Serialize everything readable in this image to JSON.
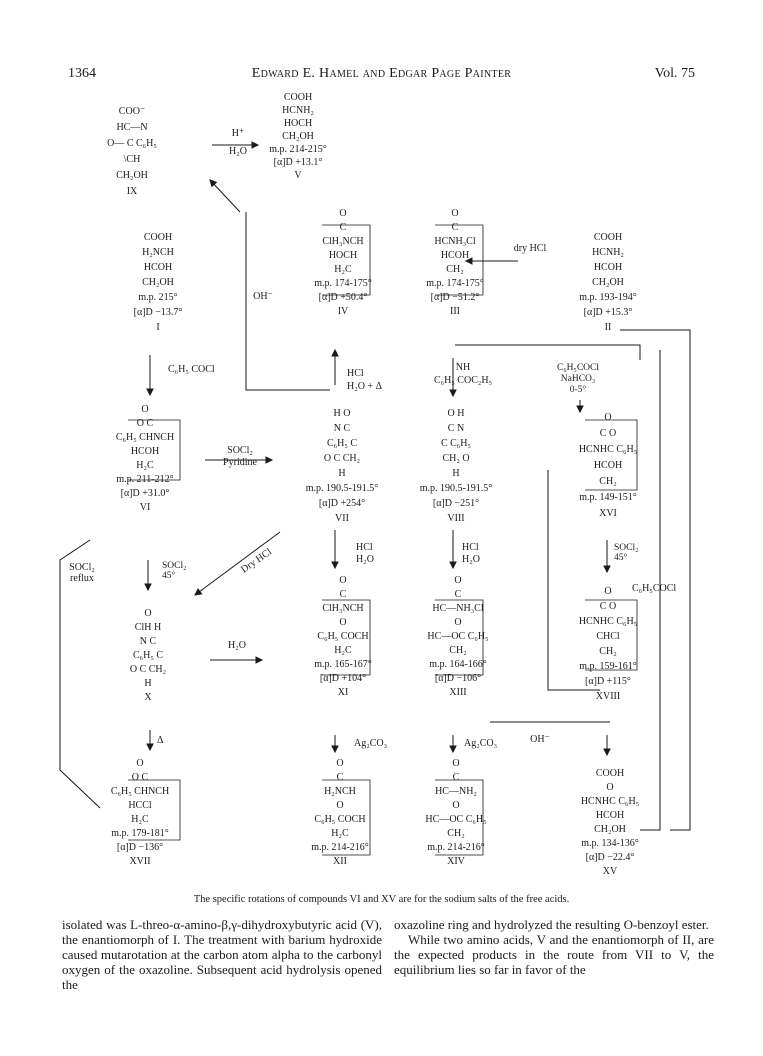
{
  "header": {
    "page": "1364",
    "authors": "Edward E. Hamel and Edgar Page Painter",
    "volume": "Vol. 75"
  },
  "compounds": [
    {
      "id": "IX",
      "lines": [
        "COO⁻",
        "HC—N",
        "O—     C C₆H₅",
        "\\CH",
        "CH₂OH",
        "IX"
      ]
    },
    {
      "id": "V",
      "lines": [
        "COOH",
        "HCNH₂",
        "HOCH",
        "CH₂OH",
        "m.p. 214-215°",
        "[α]D +13.1°",
        "V"
      ]
    },
    {
      "id": "I",
      "lines": [
        "COOH",
        "H₂NCH",
        "HCOH",
        "CH₂OH",
        "m.p. 215°",
        "[α]D −13.7°",
        "I"
      ]
    },
    {
      "id": "IV",
      "lines": [
        "O",
        "C",
        "ClH₃NCH",
        "HOCH",
        "H₂C",
        "m.p. 174-175°",
        "[α]D +50.4°",
        "IV"
      ]
    },
    {
      "id": "III",
      "lines": [
        "O",
        "C",
        "HCNH₃Cl",
        "HCOH",
        "CH₂",
        "m.p. 174-175°",
        "[α]D −51.2°",
        "III"
      ]
    },
    {
      "id": "II",
      "lines": [
        "COOH",
        "HCNH₂",
        "HCOH",
        "CH₂OH",
        "m.p. 193-194°",
        "[α]D +15.3°",
        "II"
      ]
    },
    {
      "id": "VI",
      "lines": [
        "O",
        "O   C",
        "C₆H₅ CHNCH",
        "HCOH",
        "H₂C",
        "m.p. 211-212°",
        "[α]D +31.0°",
        "VI"
      ]
    },
    {
      "id": "VII",
      "lines": [
        "H  O",
        "N   C",
        "C₆H₅ C",
        "O    C    CH₂",
        "H",
        "m.p. 190.5-191.5°",
        "[α]D +254°",
        "VII"
      ]
    },
    {
      "id": "VIII",
      "lines": [
        "O  H",
        "C    N",
        "C C₆H₅",
        "CH₂     O",
        "H",
        "m.p. 190.5-191.5°",
        "[α]D −251°",
        "VIII"
      ]
    },
    {
      "id": "XVI",
      "lines": [
        "O",
        "C    O",
        "HCNHC C₆H₅",
        "HCOH",
        "CH₂",
        "m.p. 149-151°",
        "XVI"
      ]
    },
    {
      "id": "X",
      "lines": [
        "O",
        "ClH  H",
        "N    C",
        "C₆H₅ C",
        "O    C    CH₂",
        "H",
        "X"
      ]
    },
    {
      "id": "XI",
      "lines": [
        "O",
        "C",
        "ClH₃NCH",
        "O",
        "C₆H₅ COCH",
        "H₂C",
        "m.p. 165-167°",
        "[α]D +104°",
        "XI"
      ]
    },
    {
      "id": "XIII",
      "lines": [
        "O",
        "C",
        "HC—NH₃Cl",
        "O",
        "HC—OC C₆H₅",
        "CH₂",
        "m.p. 164-166°",
        "[α]D −106°",
        "XIII"
      ]
    },
    {
      "id": "XVIII",
      "lines": [
        "O",
        "C    O",
        "HCNHC C₆H₅",
        "CHCl",
        "CH₂",
        "m.p. 159-161°",
        "[α]D +115°",
        "XVIII"
      ]
    },
    {
      "id": "XVII",
      "lines": [
        "O",
        "O   C",
        "C₆H₅ CHNCH",
        "HCCl",
        "H₂C",
        "m.p. 179-181°",
        "[α]D −136°",
        "XVII"
      ]
    },
    {
      "id": "XII",
      "lines": [
        "O",
        "C",
        "H₂NCH",
        "O",
        "C₆H₅ COCH",
        "H₂C",
        "m.p. 214-216°",
        "XII"
      ]
    },
    {
      "id": "XIV",
      "lines": [
        "O",
        "C",
        "HC—NH₂",
        "O",
        "HC—OC C₆H₅",
        "CH₂",
        "m.p. 214-216°",
        "XIV"
      ]
    },
    {
      "id": "XV",
      "lines": [
        "COOH",
        "O",
        "HCNHC C₆H₅",
        "HCOH",
        "CH₂OH",
        "m.p. 134-136°",
        "[α]D −22.4°",
        "XV"
      ]
    }
  ],
  "reagents": [
    {
      "id": "r-acid-h2o",
      "lines": [
        "H⁺",
        "H₂O"
      ]
    },
    {
      "id": "r-dry-hcl-top",
      "lines": [
        "dry HCl"
      ]
    },
    {
      "id": "r-oh",
      "lines": [
        "OH⁻"
      ]
    },
    {
      "id": "r-benzoyl",
      "lines": [
        "C₆H₅ COCl"
      ]
    },
    {
      "id": "r-hcl-water-heat",
      "lines": [
        "HCl",
        "H₂O + Δ"
      ]
    },
    {
      "id": "r-imidate",
      "lines": [
        "NH",
        "C₆H₅ COC₂H₅"
      ]
    },
    {
      "id": "r-schotten",
      "lines": [
        "C₆H₅COCl",
        "NaHCO₃",
        "0-5°"
      ]
    },
    {
      "id": "r-socl2-pyr",
      "lines": [
        "SOCl₂",
        "Pyridine"
      ]
    },
    {
      "id": "r-dry-hcl-diag",
      "lines": [
        "Dry HCl"
      ]
    },
    {
      "id": "r-socl2-reflux",
      "lines": [
        "SOCl₂",
        "reflux"
      ]
    },
    {
      "id": "r-socl2-45",
      "lines": [
        "SOCl₂",
        "45°"
      ]
    },
    {
      "id": "r-hcl-h2o-7",
      "lines": [
        "HCl",
        "H₂O"
      ]
    },
    {
      "id": "r-hcl-h2o-8",
      "lines": [
        "HCl",
        "H₂O"
      ]
    },
    {
      "id": "r-socl2-45b",
      "lines": [
        "SOCl₂",
        "45°"
      ]
    },
    {
      "id": "r-c6h5cocl",
      "lines": [
        "C₆H₅COCl"
      ]
    },
    {
      "id": "r-water",
      "lines": [
        "H₂O"
      ]
    },
    {
      "id": "r-heat",
      "lines": [
        "Δ"
      ]
    },
    {
      "id": "r-ag2co3-a",
      "lines": [
        "Ag₂CO₃"
      ]
    },
    {
      "id": "r-ag2co3-b",
      "lines": [
        "Ag₂CO₃"
      ]
    },
    {
      "id": "r-oh-b",
      "lines": [
        "OH⁻"
      ]
    }
  ],
  "caption": "The specific rotations of compounds VI and XV are for the sodium salts of the free acids.",
  "body_left": "isolated was L-threo-α-amino-β,γ-dihydroxybutyric acid (V), the enantiomorph of I. The treatment with barium hydroxide caused mutarotation at the carbon atom alpha to the carbonyl oxygen of the oxazoline. Subsequent acid hydrolysis opened the",
  "body_right_1": "oxazoline ring and hydrolyzed the resulting O-benzoyl ester.",
  "body_right_2": "While two amino acids, V and the enantiomorph of II, are the expected products in the route from VII to V, the equilibrium lies so far in favor of the"
}
